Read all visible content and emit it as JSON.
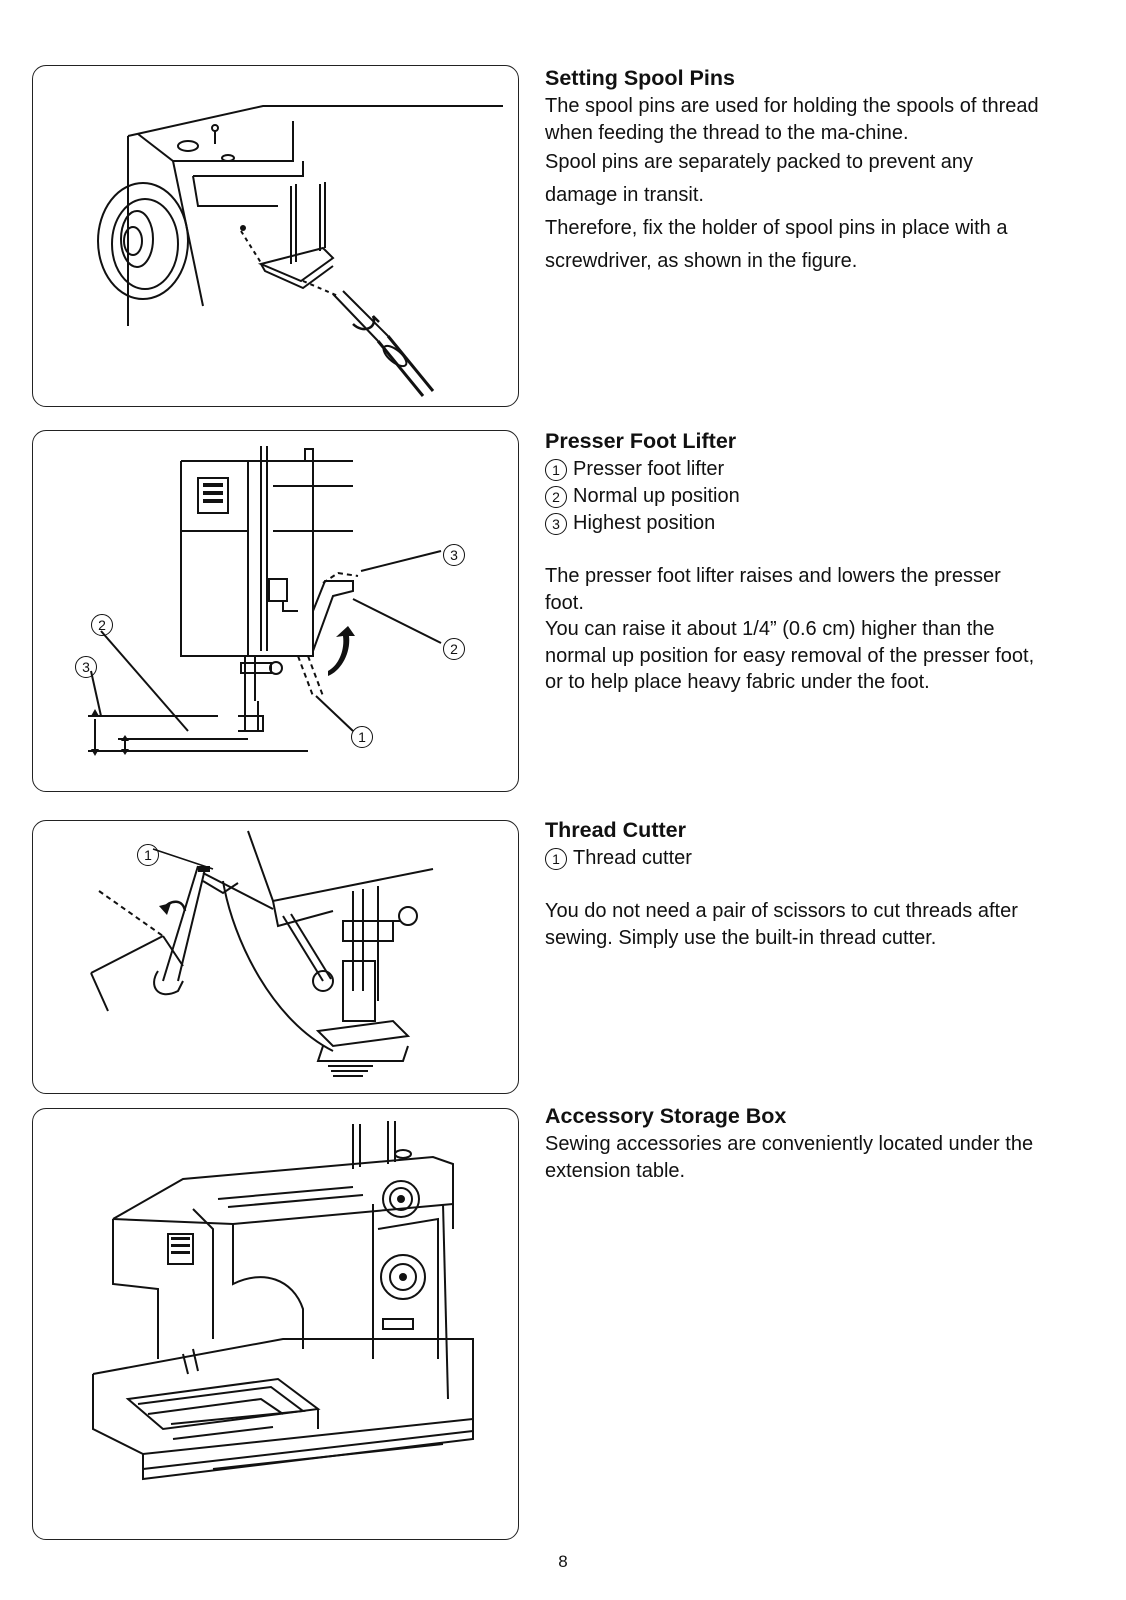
{
  "sections": [
    {
      "heading": "Setting Spool Pins",
      "paragraphs": [
        "The spool pins are used for holding the spools of thread when feeding the thread to the ma-chine.",
        "Spool pins are separately packed to prevent any damage in transit.",
        "Therefore, fix the holder of spool pins in place with a screwdriver, as shown in the figure."
      ]
    },
    {
      "heading": "Presser Foot Lifter",
      "items": [
        {
          "num": "1",
          "label": "Presser foot lifter"
        },
        {
          "num": "2",
          "label": "Normal up position"
        },
        {
          "num": "3",
          "label": "Highest position"
        }
      ],
      "paragraphs": [
        "The presser foot lifter raises and lowers the presser foot.",
        "You can raise it about 1/4” (0.6 cm) higher than the normal up position for easy removal of the presser foot, or to help place heavy fabric under the foot."
      ],
      "figure_callouts": [
        "1",
        "2",
        "2",
        "3",
        "3"
      ]
    },
    {
      "heading": "Thread Cutter",
      "items": [
        {
          "num": "1",
          "label": "Thread cutter"
        }
      ],
      "paragraphs": [
        "You do not need a pair of scissors to cut threads after sewing. Simply use the built-in thread cutter."
      ],
      "figure_callouts": [
        "1"
      ]
    },
    {
      "heading": "Accessory Storage Box",
      "paragraphs": [
        "Sewing accessories are conveniently located under the extension table."
      ]
    }
  ],
  "page_number": "8"
}
